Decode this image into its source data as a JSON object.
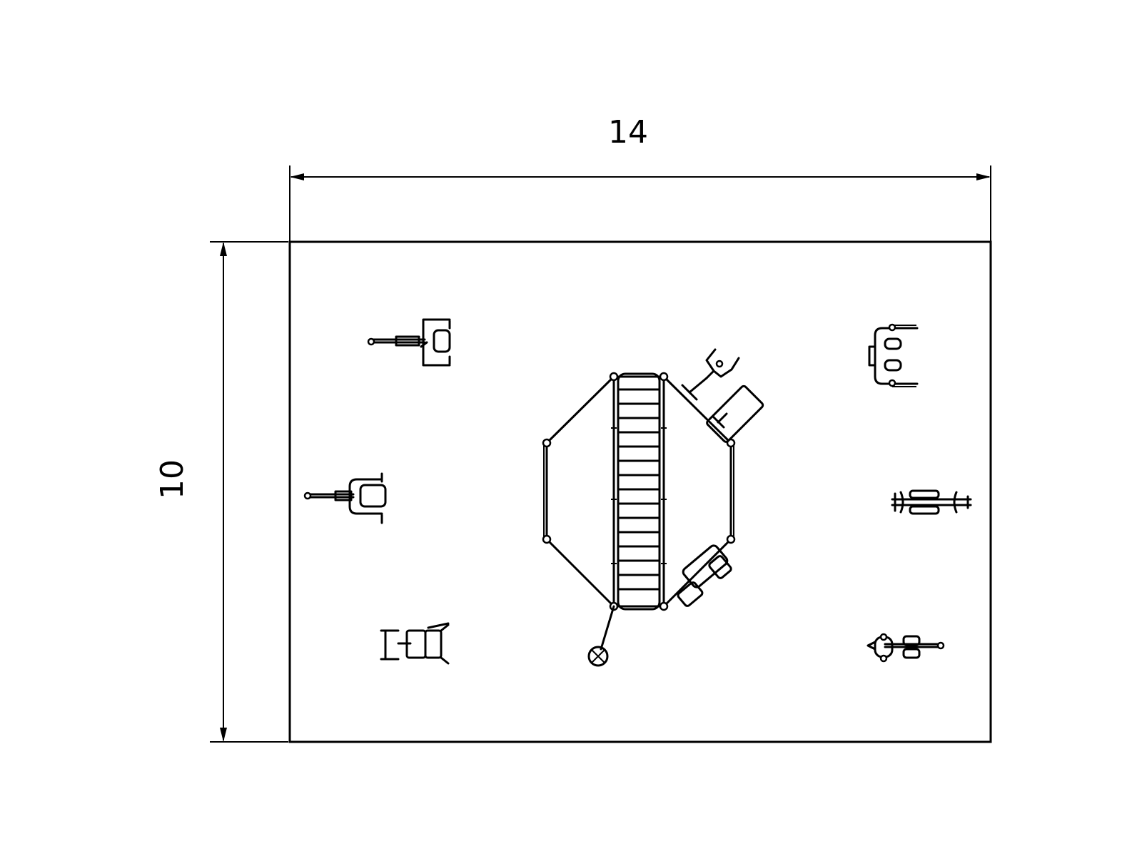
{
  "dimensions": {
    "width_label": "14",
    "height_label": "10"
  },
  "colors": {
    "line": "#000000",
    "background": "#ffffff"
  },
  "equipment": [
    "exercise-station-top-left",
    "exercise-station-middle-left",
    "exercise-station-bottom-left",
    "octagonal-climbing-frame",
    "exercise-station-top-right",
    "exercise-station-middle-right",
    "exercise-station-bottom-right"
  ]
}
